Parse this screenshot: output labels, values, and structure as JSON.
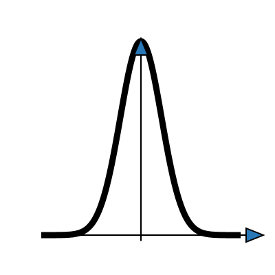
{
  "chart_data": {
    "type": "line",
    "title": "",
    "xlabel": "",
    "ylabel": "",
    "xlim": [
      -2.9,
      3.5
    ],
    "ylim": [
      -0.03,
      1.0
    ],
    "grid": false,
    "legend": "none",
    "axes": {
      "style": "arrow-centered",
      "x_arrow_color": "#2878b8",
      "y_arrow_color": "#2878b8",
      "axis_color": "#000000"
    },
    "series": [
      {
        "function": "gaussian",
        "mean": 0,
        "sigma": 0.6,
        "amplitude": 1,
        "x_range": [
          -2.9,
          2.9
        ],
        "color": "#000000"
      }
    ]
  }
}
